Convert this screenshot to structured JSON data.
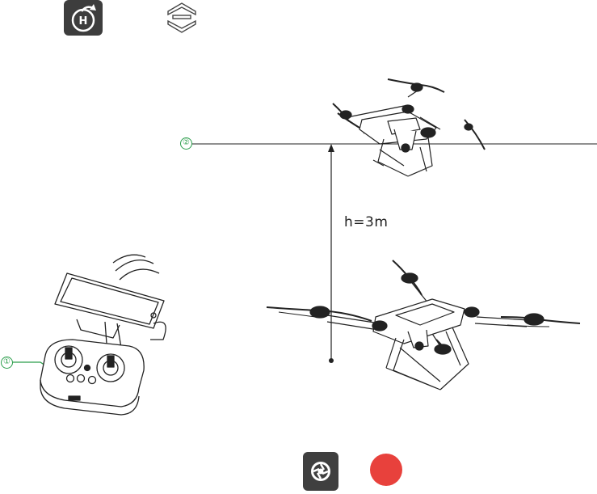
{
  "buttons": {
    "return_home_icon": "return-to-home-icon",
    "auto_land_icon": "auto-land-icon",
    "shutter_icon": "camera-shutter-icon",
    "record_icon": "record-icon"
  },
  "labels": {
    "height": "h=3m",
    "marker_1": "①",
    "marker_2": "②"
  },
  "colors": {
    "record": "#e8413c",
    "marker": "#2a9d4a",
    "button_dark": "#3d3d3d"
  }
}
